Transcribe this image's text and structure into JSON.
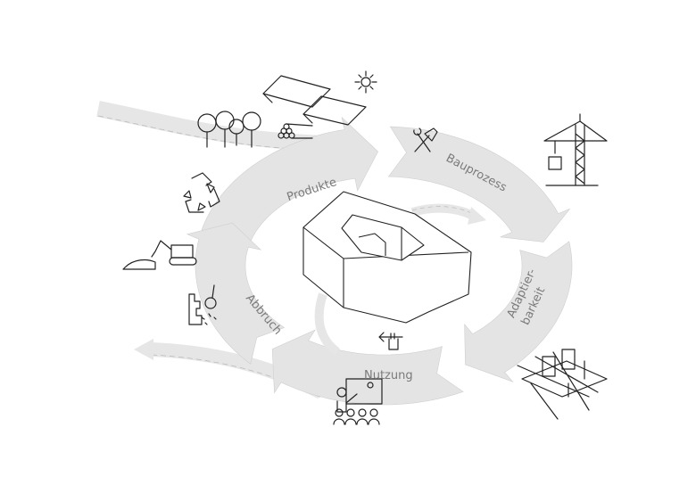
{
  "cycle": {
    "stages": [
      {
        "label": "Produkte"
      },
      {
        "label": "Bauprozess"
      },
      {
        "label": "Adaptier-",
        "label2": "barkeit"
      },
      {
        "label": "Nutzung"
      },
      {
        "label": "Abbruch"
      }
    ],
    "arrow_color": "#e4e4e4",
    "arrow_stroke": "#cfcfcf"
  }
}
